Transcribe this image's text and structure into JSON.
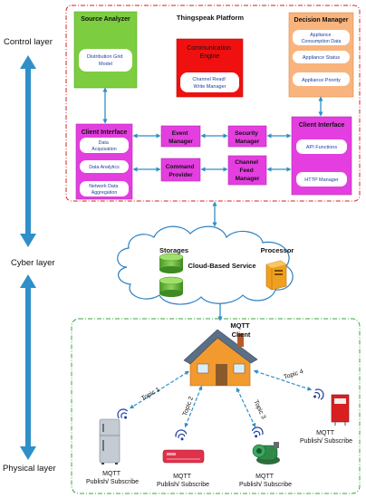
{
  "layers": {
    "control": "Control layer",
    "cyber": "Cyber layer",
    "physical": "Physical layer"
  },
  "platform": {
    "title": "Thingspeak Platform",
    "source_analyzer": {
      "title": "Source Analyzer",
      "item": [
        "Distribution Grid",
        "Model"
      ]
    },
    "communication_engine": {
      "title": [
        "Communication",
        "Engine"
      ],
      "item": [
        "Channel Read/",
        "Write Manager"
      ]
    },
    "decision_manager": {
      "title": "Decision Manager",
      "items": [
        [
          "Appliance",
          "Consumption Data"
        ],
        [
          "Appliance Status"
        ],
        [
          "Appliance Priority"
        ]
      ]
    },
    "client_interface_left": {
      "title": "Client Interface",
      "items": [
        [
          "Data",
          "Acquisation"
        ],
        [
          "Data Analytics"
        ],
        [
          "Network Data",
          "Aggregation"
        ]
      ]
    },
    "event_manager": [
      "Event",
      "Manager"
    ],
    "security_manager": [
      "Security",
      "Manager"
    ],
    "command_provider": [
      "Command",
      "Provider"
    ],
    "channel_feed_manager": [
      "Channel",
      "Feed",
      "Manager"
    ],
    "client_interface_right": {
      "title": "Client Interface",
      "items": [
        [
          "API Functions"
        ],
        [
          "HTTP Manager"
        ]
      ]
    }
  },
  "cloud": {
    "storages": "Storages",
    "processor": "Processor",
    "service": "Cloud-Based Service"
  },
  "physical": {
    "mqtt_client": [
      "MQTT",
      "Client"
    ],
    "topics": [
      "Topic 1",
      "Topic 2",
      "Topic 3",
      "Topic 4"
    ],
    "devices": [
      [
        "MQTT",
        "Publish/ Subscribe"
      ],
      [
        "MQTT",
        "Publish/ Subscribe"
      ],
      [
        "MQTT",
        "Publish/ Subscribe"
      ],
      [
        "MQTT",
        "Publish/ Subscribe"
      ]
    ]
  },
  "colors": {
    "green": "#7ccd3f",
    "red": "#f01010",
    "peach": "#f9b47d",
    "magenta": "#e43ee0",
    "blue_arrow": "#3399cc",
    "frame_red": "#d62020",
    "frame_green": "#38a838"
  }
}
